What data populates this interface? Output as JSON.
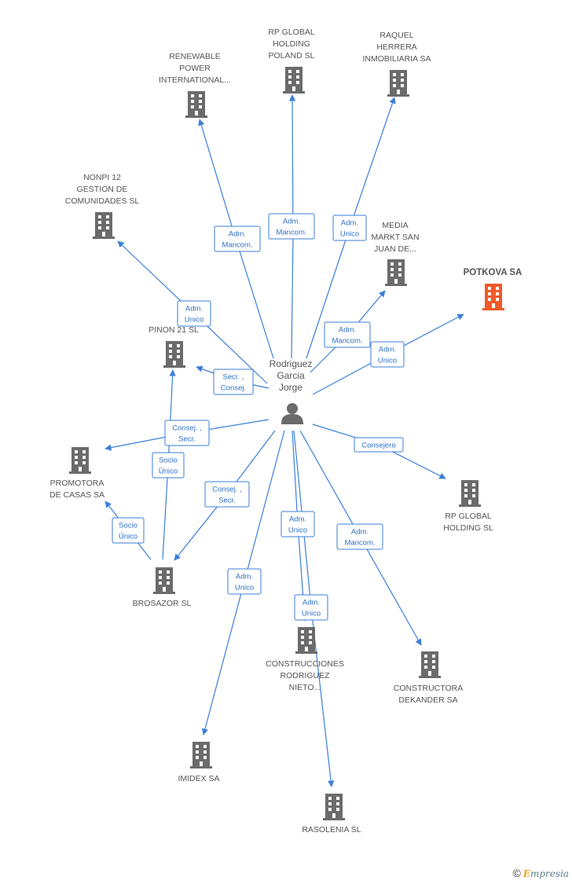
{
  "center": {
    "name_lines": [
      "Rodriguez",
      "Garcia",
      "Jorge"
    ],
    "icon": "person-icon"
  },
  "nodes": [
    {
      "id": "renewable",
      "lines": [
        "RENEWABLE",
        "POWER",
        "INTERNATIONAL..."
      ],
      "highlight": false
    },
    {
      "id": "rp_poland",
      "lines": [
        "RP GLOBAL",
        "HOLDING",
        "POLAND SL"
      ],
      "highlight": false
    },
    {
      "id": "raquel",
      "lines": [
        "RAQUEL",
        "HERRERA",
        "INMOBILIARIA SA"
      ],
      "highlight": false
    },
    {
      "id": "nonpi",
      "lines": [
        "NONPI 12",
        "GESTION DE",
        "COMUNIDADES SL"
      ],
      "highlight": false
    },
    {
      "id": "media",
      "lines": [
        "MEDIA",
        "MARKT SAN",
        "JUAN DE..."
      ],
      "highlight": false
    },
    {
      "id": "potkova",
      "lines": [
        "POTKOVA SA"
      ],
      "highlight": true
    },
    {
      "id": "pinon",
      "lines": [
        "PINON 21 SL"
      ],
      "highlight": false
    },
    {
      "id": "promotora",
      "lines": [
        "PROMOTORA",
        "DE CASAS SA"
      ],
      "highlight": false
    },
    {
      "id": "rp_global",
      "lines": [
        "RP GLOBAL",
        "HOLDING SL"
      ],
      "highlight": false
    },
    {
      "id": "brosazor",
      "lines": [
        "BROSAZOR  SL"
      ],
      "highlight": false
    },
    {
      "id": "construcciones",
      "lines": [
        "CONSTRUCCIONES",
        "RODRIGUEZ",
        "NIETO..."
      ],
      "highlight": false
    },
    {
      "id": "constructora",
      "lines": [
        "CONSTRUCTORA",
        "DEKANDER SA"
      ],
      "highlight": false
    },
    {
      "id": "imidex",
      "lines": [
        "IMIDEX SA"
      ],
      "highlight": false
    },
    {
      "id": "rasolenia",
      "lines": [
        "RASOLENIA SL"
      ],
      "highlight": false
    }
  ],
  "edges": [
    {
      "id": "e_renewable",
      "label": [
        "Adm.",
        "Mancom."
      ]
    },
    {
      "id": "e_rp_poland",
      "label": [
        "Adm.",
        "Mancom."
      ]
    },
    {
      "id": "e_raquel",
      "label": [
        "Adm.",
        "Unico"
      ]
    },
    {
      "id": "e_nonpi",
      "label": [
        "Adm.",
        "Unico"
      ]
    },
    {
      "id": "e_media",
      "label": [
        "Adm.",
        "Mancom."
      ]
    },
    {
      "id": "e_potkova",
      "label": [
        "Adm.",
        "Unico"
      ]
    },
    {
      "id": "e_pinon",
      "label": [
        "Secr. ,",
        "Consej."
      ]
    },
    {
      "id": "e_promotora",
      "label": [
        "Consej. ,",
        "Secr."
      ]
    },
    {
      "id": "e_rp_global",
      "label": [
        "Consejero"
      ]
    },
    {
      "id": "e_brosazor",
      "label": [
        "Consej. ,",
        "Secr."
      ]
    },
    {
      "id": "e_construcciones",
      "label": [
        "Adm.",
        "Unico"
      ]
    },
    {
      "id": "e_constructora",
      "label": [
        "Adm.",
        "Mancom."
      ]
    },
    {
      "id": "e_imidex",
      "label": [
        "Adm.",
        "Unico"
      ]
    },
    {
      "id": "e_rasolenia",
      "label": [
        "Adm.",
        "Unico"
      ]
    },
    {
      "id": "e_bros_pinon",
      "label": [
        "Socio",
        "Único"
      ]
    },
    {
      "id": "e_bros_promotora",
      "label": [
        "Socio",
        "Único"
      ]
    }
  ],
  "colors": {
    "edge": "#3b7fd9",
    "building": "#6b6b6b",
    "highlight_building": "#f05a28",
    "person": "#6b6b6b"
  },
  "footer": {
    "copyright_symbol": "©",
    "brand_first": "E",
    "brand_rest": "mpresia"
  }
}
